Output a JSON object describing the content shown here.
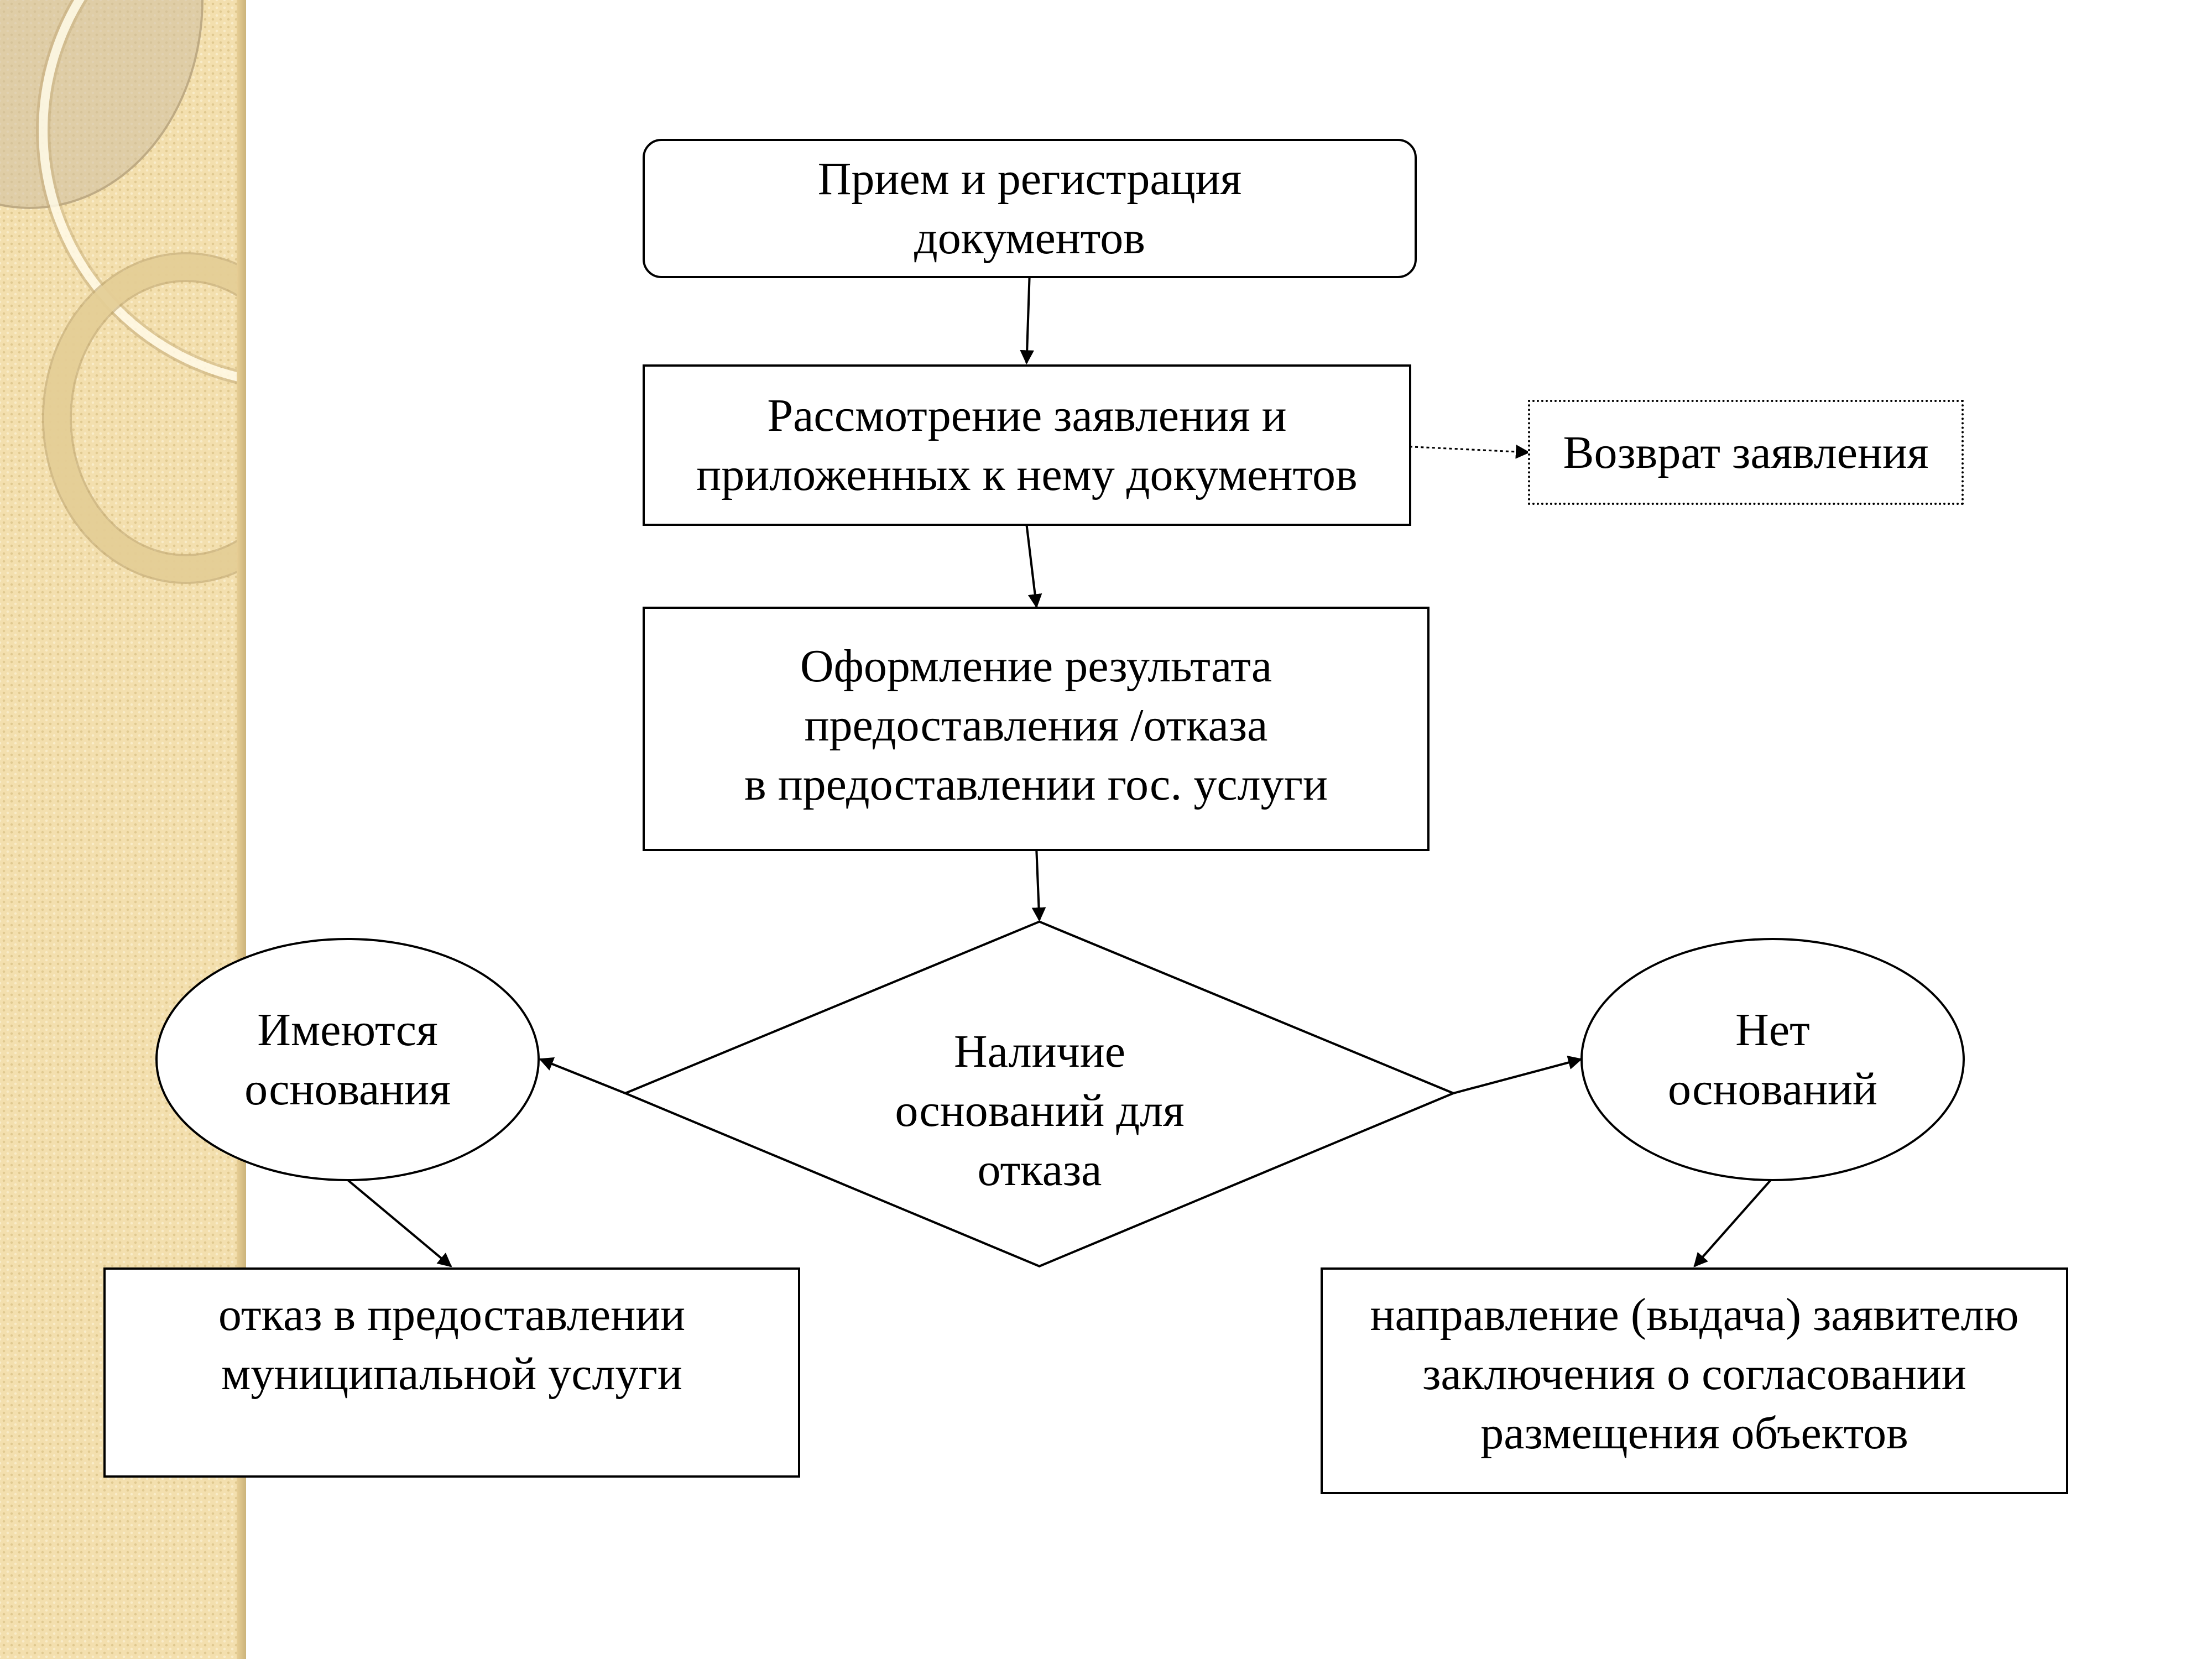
{
  "nodes": {
    "reception": "Прием и регистрация\nдокументов",
    "review": "Рассмотрение заявления и\nприложенных к нему документов",
    "return": "Возврат заявления",
    "result": "Оформление результата\nпредоставления /отказа\nв предоставлении гос. услуги",
    "decision": "Наличие\nоснований для\nотказа",
    "grounds_yes": "Имеются\nоснования",
    "grounds_no": "Нет\nоснований",
    "refusal": "отказ в предоставлении\nмуниципальной услуги",
    "issue": "направление (выдача) заявителю\nзаключения о согласовании\nразмещения объектов"
  },
  "edges": [
    {
      "from": "reception",
      "to": "review",
      "style": "solid"
    },
    {
      "from": "review",
      "to": "return",
      "style": "dotted"
    },
    {
      "from": "review",
      "to": "result",
      "style": "solid"
    },
    {
      "from": "result",
      "to": "decision",
      "style": "solid"
    },
    {
      "from": "decision",
      "to": "grounds_yes",
      "style": "solid"
    },
    {
      "from": "decision",
      "to": "grounds_no",
      "style": "solid"
    },
    {
      "from": "grounds_yes",
      "to": "refusal",
      "style": "solid"
    },
    {
      "from": "grounds_no",
      "to": "issue",
      "style": "solid"
    }
  ],
  "colors": {
    "background": "#ffffff",
    "sidebar": "#f3dfae",
    "stroke": "#000000"
  }
}
